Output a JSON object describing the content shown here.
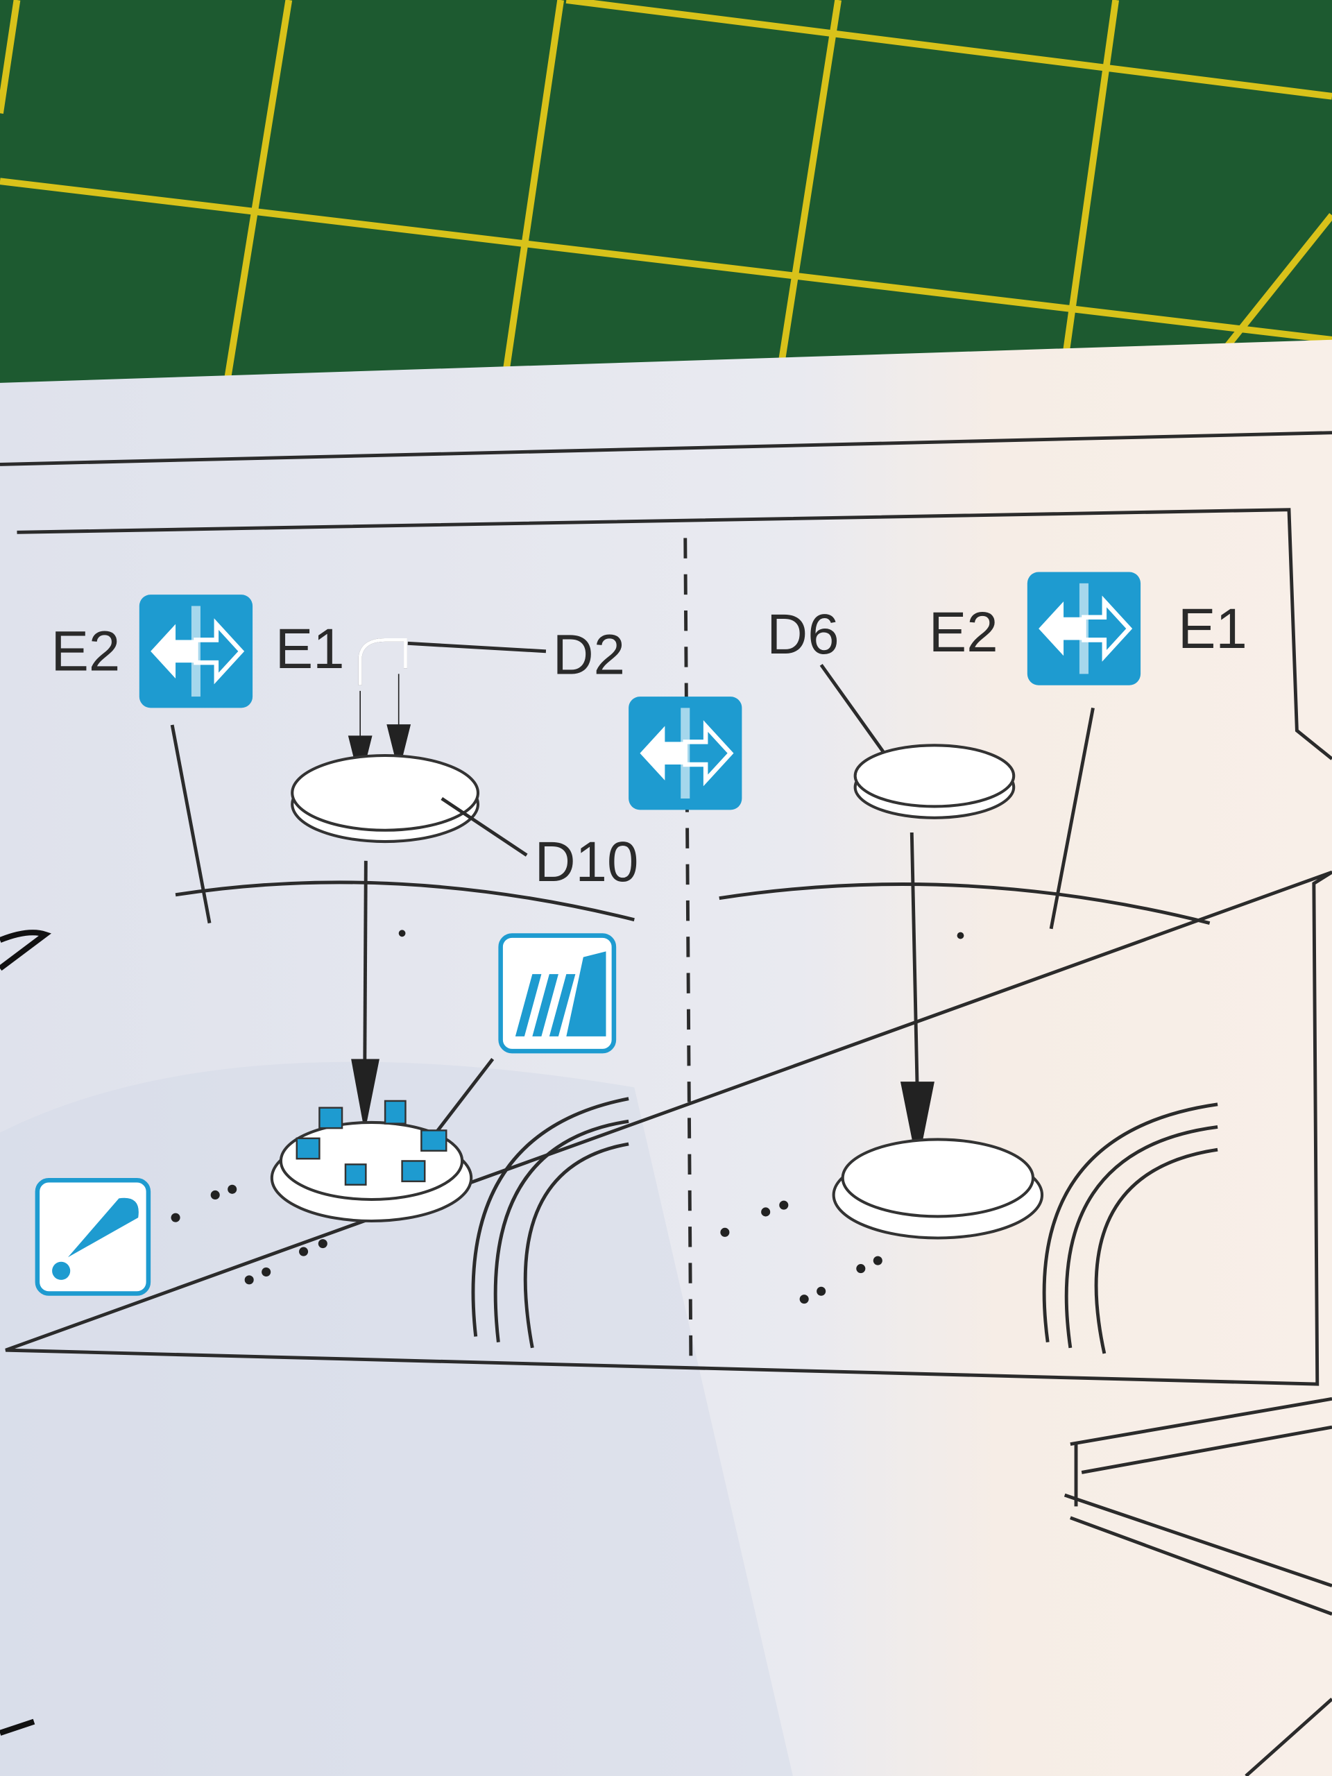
{
  "colors": {
    "mat": "#1d5a30",
    "grid": "#d8c21a",
    "paper": "#e6e8ef",
    "accent": "#1e9bd0",
    "ink": "#2a2a2a"
  },
  "left_step": {
    "direction_from": "E2",
    "direction_to": "E1",
    "direction_icon": "flip-arrows-icon",
    "parts": [
      "D2",
      "D10"
    ],
    "paint_icon": "paint-stripes-icon",
    "note_icon": "attention-icon"
  },
  "center_icon": "flip-arrows-icon",
  "right_step": {
    "part": "D6",
    "direction_from": "E2",
    "direction_to": "E1",
    "direction_icon": "flip-arrows-icon"
  }
}
